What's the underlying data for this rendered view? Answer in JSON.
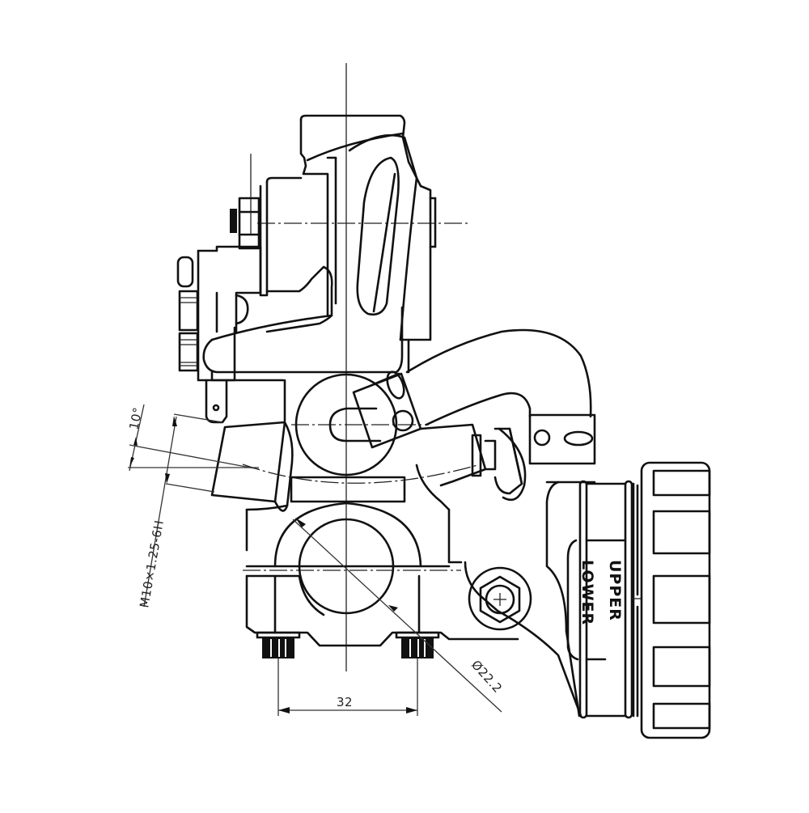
{
  "drawing": {
    "subject": "Motorcycle hydraulic brake master cylinder with clamp and reservoir cap",
    "background": "#ffffff",
    "line_color": "#111111"
  },
  "annotations": {
    "angle": "10°",
    "thread": "M10×1.25-6H",
    "diameter": "Ø22.2",
    "spacing": "32",
    "upper_label": "UPPER",
    "lower_label": "LOWER"
  }
}
